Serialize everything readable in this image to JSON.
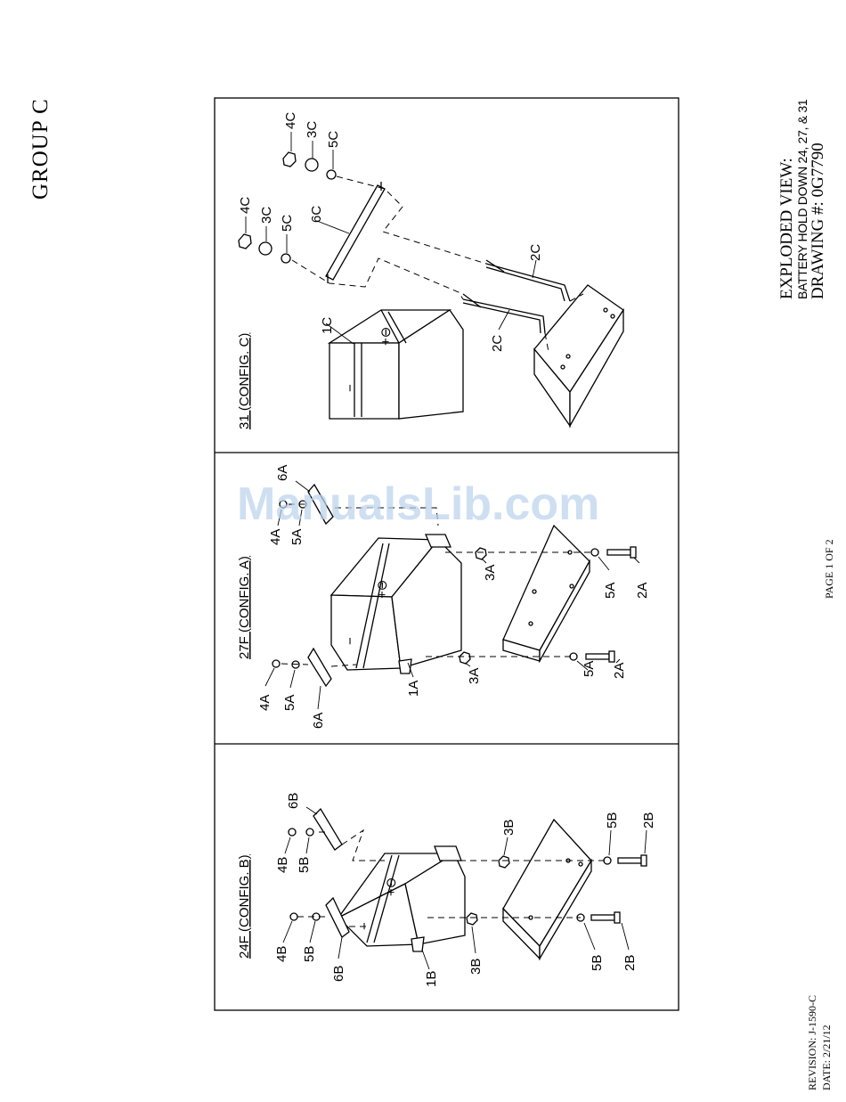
{
  "header": {
    "group": "GROUP C"
  },
  "title_block": {
    "line1": "EXPLODED VIEW:",
    "line2": "BATTERY HOLD DOWN 24, 27, & 31",
    "line3": "DRAWING #: 0G7790"
  },
  "footer": {
    "page": "PAGE 1 OF 2",
    "revision": "REVISION: J-1590-C",
    "date": "DATE:  2/21/12"
  },
  "watermark": "ManualsLib.com",
  "panels": {
    "config_c": {
      "title": "31 (CONFIG. C)",
      "labels": {
        "c1": "1C",
        "c2a": "2C",
        "c2b": "2C",
        "c3a": "3C",
        "c3b": "3C",
        "c4a": "4C",
        "c4b": "4C",
        "c5a": "5C",
        "c5b": "5C",
        "c6": "6C"
      },
      "battery_pos": "+⊖",
      "battery_neg": "−"
    },
    "config_a": {
      "title": "27F (CONFIG. A)",
      "labels": {
        "a1": "1A",
        "a2a": "2A",
        "a2b": "2A",
        "a3a": "3A",
        "a3b": "3A",
        "a4a": "4A",
        "a4b": "4A",
        "a5a": "5A",
        "a5b": "5A",
        "a5c": "5A",
        "a5d": "5A",
        "a6a": "6A",
        "a6b": "6A"
      },
      "battery_pos": "+⊖",
      "battery_neg": "−"
    },
    "config_b": {
      "title": "24F (CONFIG. B)",
      "labels": {
        "b1": "1B",
        "b2a": "2B",
        "b2b": "2B",
        "b3a": "3B",
        "b3b": "3B",
        "b4a": "4B",
        "b4b": "4B",
        "b5a": "5B",
        "b5b": "5B",
        "b5c": "5B",
        "b5d": "5B",
        "b6a": "6B",
        "b6b": "6B"
      },
      "battery_pos": "+⊖",
      "battery_neg": "−"
    }
  }
}
